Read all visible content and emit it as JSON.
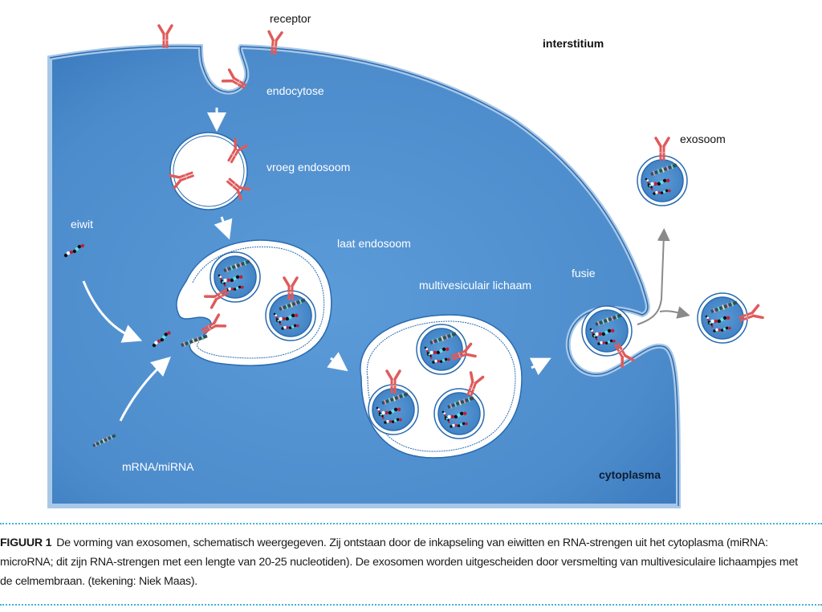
{
  "labels": {
    "receptor": "receptor",
    "interstitium": "interstitium",
    "endocytose": "endocytose",
    "vroeg_endosoom": "vroeg endosoom",
    "eiwit": "eiwit",
    "laat_endosoom": "laat endosoom",
    "multivesiculair_lichaam": "multivesiculair lichaam",
    "fusie": "fusie",
    "exosoom": "exosoom",
    "mrna_mirna": "mRNA/miRNA",
    "cytoplasma": "cytoplasma"
  },
  "caption": {
    "figure_label": "FIGUUR 1",
    "line1": "De vorming van exosomen, schematisch weergegeven. Zij ontstaan door de inkapseling van eiwitten en RNA-strengen uit het cytoplasma (miRNA:",
    "line2": "microRNA; dit zijn RNA-strengen met een lengte van 20-25 nucleotiden). De exosomen worden uitgescheiden door versmelting van multivesiculaire lichaampjes met",
    "line3": "de celmembraan. (tekening: Niek Maas)."
  },
  "colors": {
    "cytoplasm": "#4f8fcf",
    "membrane": "#2a6bb0",
    "receptor": "#e05a5a",
    "divider": "#3fb4d8",
    "arrow_inside": "#ffffff",
    "arrow_outside": "#8a8a8a"
  }
}
